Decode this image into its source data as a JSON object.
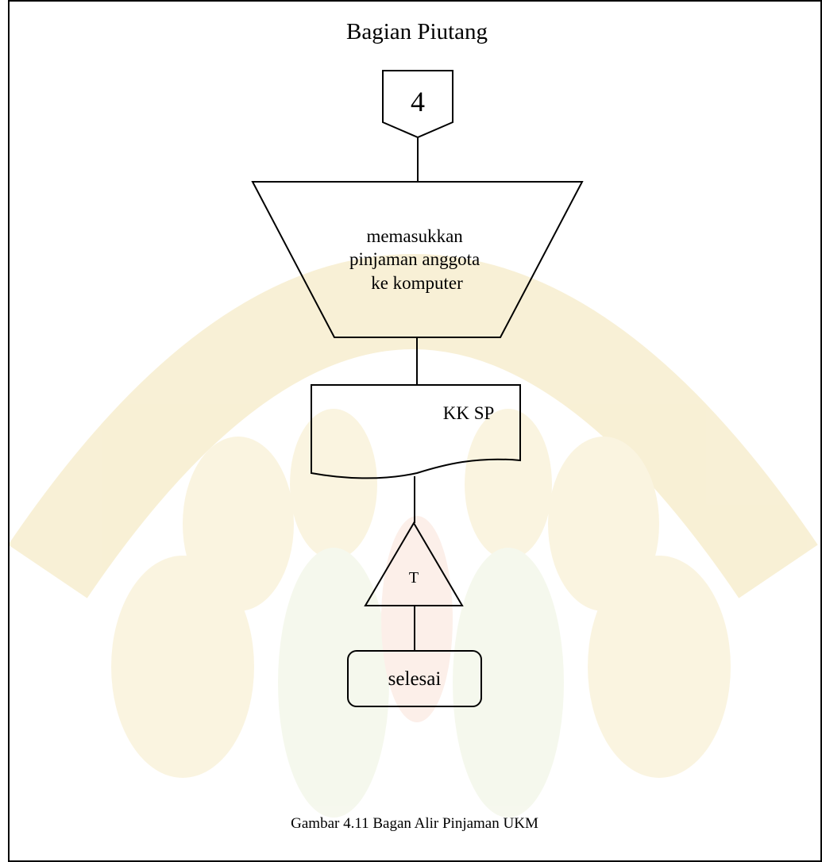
{
  "lane": {
    "title": "Bagian Piutang"
  },
  "flow": {
    "connector_label": "4",
    "manual_input_lines": [
      "memasukkan",
      "pinjaman anggota",
      "ke komputer"
    ],
    "document_label": "KK SP",
    "archive_label": "T",
    "terminator_label": "selesai"
  },
  "caption": "Gambar 4.11 Bagan Alir Pinjaman UKM",
  "colors": {
    "ink": "#000000",
    "watermark_light": "#fbf4dc",
    "watermark_mid": "#f6e9c0",
    "watermark_green": "#eef3e0"
  }
}
